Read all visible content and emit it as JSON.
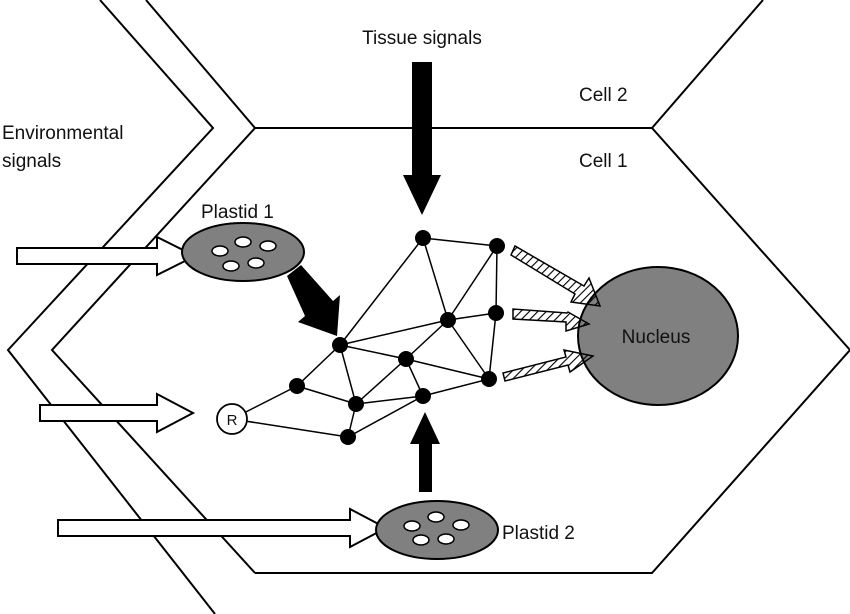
{
  "labels": {
    "tissue_signals": "Tissue signals",
    "environmental_signals_line1": "Environmental",
    "environmental_signals_line2": "signals",
    "cell_2": "Cell 2",
    "cell_1": "Cell 1",
    "plastid_1": "Plastid 1",
    "plastid_2": "Plastid 2",
    "nucleus": "Nucleus",
    "receptor": "R"
  },
  "colors": {
    "stroke": "#000000",
    "organelle_fill": "#808080",
    "background": "#ffffff"
  }
}
